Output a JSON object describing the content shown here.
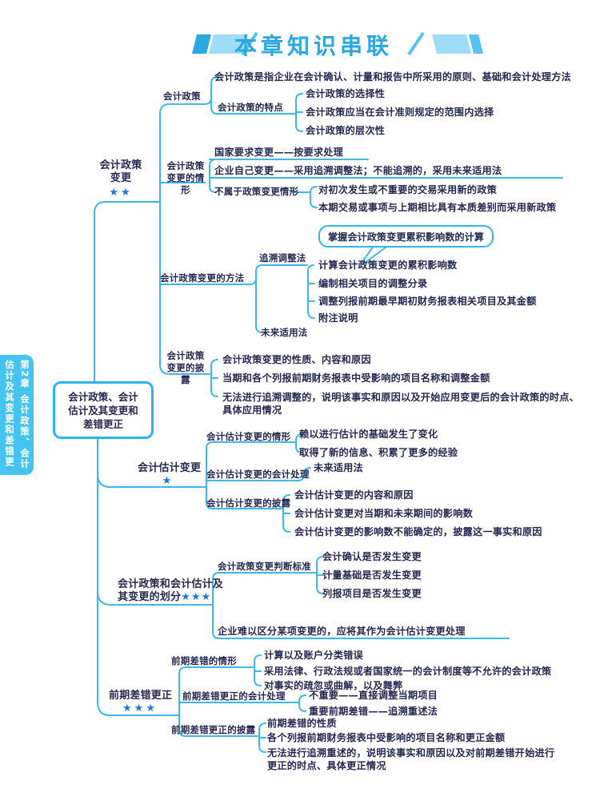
{
  "title": "本章知识串联",
  "side_tab": {
    "col1": "第2章 会计政策、会计",
    "col2": "估计及其变更和差错更正"
  },
  "root": {
    "label": "会计政策、会计\n估计及其变更和\n差错更正"
  },
  "policy": {
    "label": "会计政策\n变更",
    "stars": "★★",
    "def": {
      "label": "会计政策",
      "definition": "会计政策是指企业在会计确认、计量和报告中所采用的原则、基础和会计处理方法",
      "features": {
        "label": "会计政策的特点",
        "items": [
          "会计政策的选择性",
          "会计政策应当在会计准则规定的范围内选择",
          "会计政策的层次性"
        ]
      }
    },
    "situations": {
      "label": "会计政策\n变更的情形",
      "item1": "国家要求变更——按要求处理",
      "item2": "企业自己变更——采用追溯调整法；不能追溯的，采用未来适用法",
      "not_change": {
        "label": "不属于政策变更情形",
        "items": [
          "对初次发生或不重要的交易采用新的政策",
          "本期交易或事项与上期相比具有本质差别而采用新政策"
        ]
      }
    },
    "methods": {
      "label": "会计政策变更的方法",
      "retro": {
        "label": "追溯调整法",
        "bubble": "掌握会计政策变更累积影响数的计算",
        "steps": [
          "计算会计政策变更的累积影响数",
          "编制相关项目的调整分录",
          "调整列报前期最早期初财务报表相关项目及其金额",
          "附注说明"
        ]
      },
      "future": {
        "label": "未来适用法"
      }
    },
    "disclosure": {
      "label": "会计政策\n变更的披露",
      "items": [
        "会计政策变更的性质、内容和原因",
        "当期和各个列报前期财务报表中受影响的项目名称和调整金额",
        "无法进行追溯调整的，说明该事实和原因以及开始应用变更后的会计政策的时点、\n具体应用情况"
      ]
    }
  },
  "estimate": {
    "label": "会计估计变更",
    "stars": "★",
    "situations": {
      "label": "会计估计变更的情形",
      "items": [
        "赖以进行估计的基础发生了变化",
        "取得了新的信息、积累了更多的经验"
      ]
    },
    "treatment": {
      "label": "会计估计变更的会计处理",
      "item": "未来适用法"
    },
    "disclosure": {
      "label": "会计估计变更的披露",
      "items": [
        "会计估计变更的内容和原因",
        "会计估计变更对当期和未来期间的影响数",
        "会计估计变更的影响数不能确定的，披露这一事实和原因"
      ]
    }
  },
  "division": {
    "label": "会计政策和会计估计及\n其变更的划分",
    "stars": "★★★",
    "criteria": {
      "label": "会计政策变更判断标准",
      "items": [
        "会计确认是否发生变更",
        "计量基础是否发生变更",
        "列报项目是否发生变更"
      ]
    },
    "note": "企业难以区分某项变更的，应将其作为会计估计变更处理"
  },
  "error": {
    "label": "前期差错更正",
    "stars": "★★★",
    "situations": {
      "label": "前期差错的情形",
      "items": [
        "计算以及账户分类错误",
        "采用法律、行政法规或者国家统一的会计制度等不允许的会计政策",
        "对事实的疏忽或曲解，以及舞弊"
      ]
    },
    "treatment": {
      "label": "前期差错更正的会计处理",
      "items": [
        "不重要——直接调整当期项目",
        "重要前期差错——追溯重述法"
      ]
    },
    "disclosure": {
      "label": "前期差错更正的披露",
      "items": [
        "前期差错的性质",
        "各个列报前期财务报表中受影响的项目名称和更正金额",
        "无法进行追溯重述的，说明该事实和原因以及对前期差错开始进行\n更正的时点、具体更正情况"
      ]
    }
  },
  "colors": {
    "line": "#3cb8ef",
    "text": "#252a52",
    "star": "#1a75e8",
    "title": "#2ba7e2",
    "tab_bg": "#45c4f0",
    "root_border": "#2fb3ee"
  }
}
